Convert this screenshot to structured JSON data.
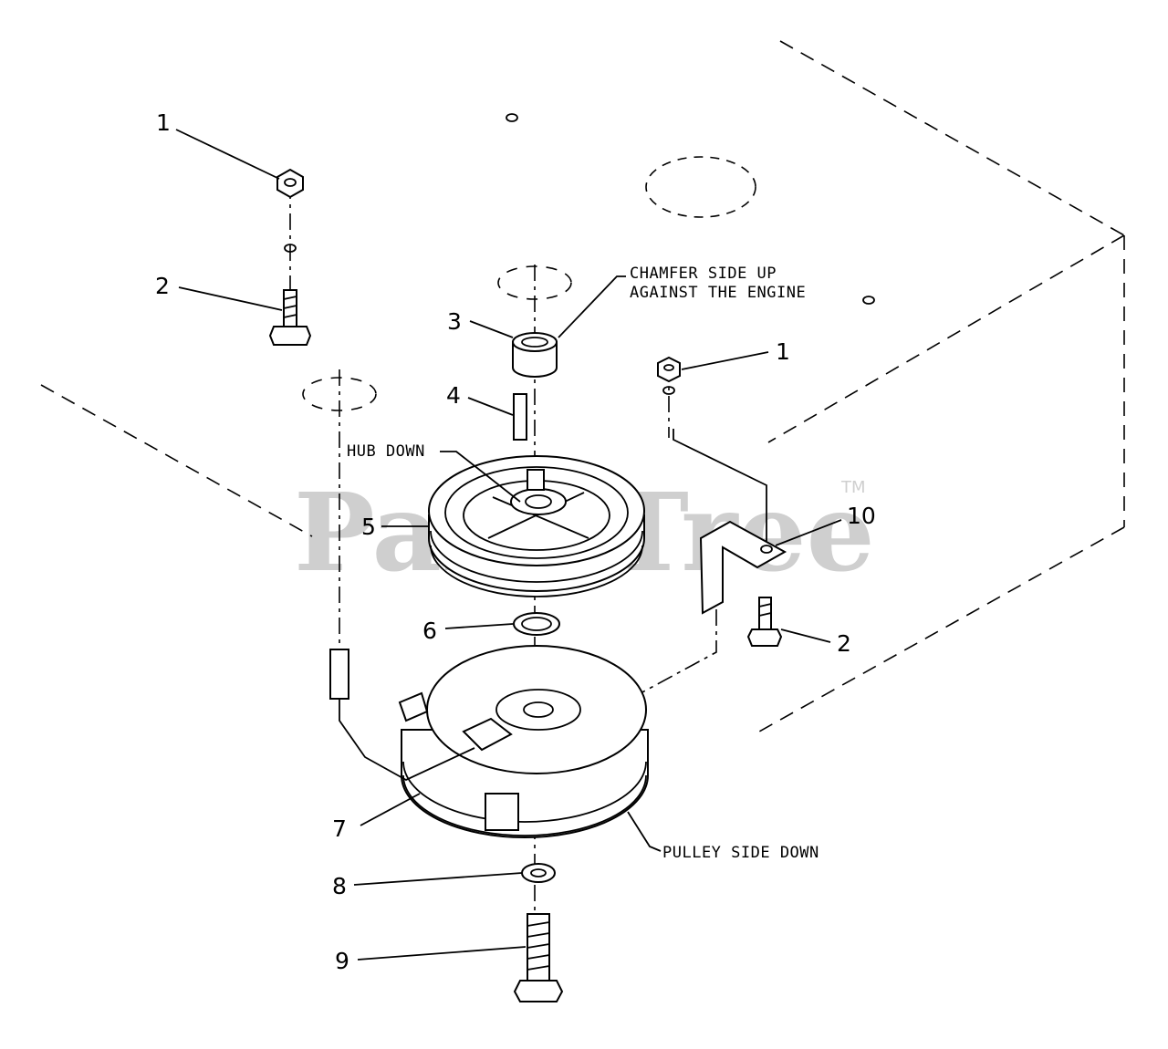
{
  "callouts": {
    "c1_left": "1",
    "c2_left": "2",
    "c3": "3",
    "c4": "4",
    "c5": "5",
    "c6": "6",
    "c7": "7",
    "c8": "8",
    "c9": "9",
    "c1_right": "1",
    "c10": "10",
    "c2_right": "2"
  },
  "notes": {
    "chamfer_line1": "CHAMFER SIDE UP",
    "chamfer_line2": "AGAINST THE ENGINE",
    "hub_down": "HUB DOWN",
    "pulley_side_down": "PULLEY SIDE DOWN"
  },
  "watermark": {
    "text": "PartsTree",
    "tm": "TM"
  }
}
